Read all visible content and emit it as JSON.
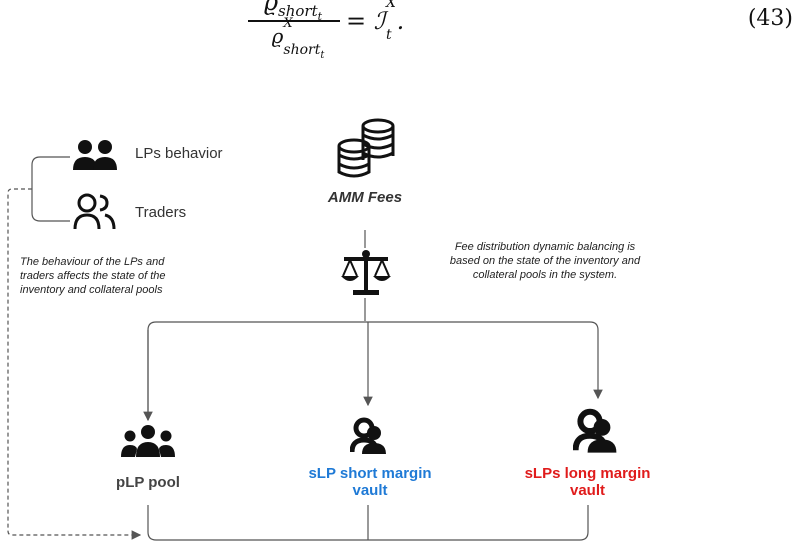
{
  "equation": {
    "numerator": "ϱ",
    "numerator_sub": "short",
    "numerator_sub2": "t",
    "denominator": "ϱ",
    "denominator_sup": "X",
    "denominator_sub": "short",
    "denominator_sub2": "t",
    "rhs": "= ℐ",
    "rhs_sup": "X",
    "rhs_sub": "t",
    "rhs_end": ".",
    "number": "(43)"
  },
  "legend": {
    "lps_label": "LPs behavior",
    "traders_label": "Traders"
  },
  "nodes": {
    "amm_fees": "AMM Fees",
    "plp_pool": "pLP pool",
    "slp_short_line1": "sLP short margin",
    "slp_short_line2": "vault",
    "slp_long_line1": "sLPs long margin",
    "slp_long_line2": "vault"
  },
  "notes": {
    "behaviour": [
      "The behaviour of the LPs and",
      "traders affects the state of the",
      "inventory and collateral pools"
    ],
    "fee_distribution": [
      "Fee distribution dynamic balancing is",
      "based on the state of the inventory and",
      "collateral pools in the system."
    ]
  },
  "colors": {
    "short_vault": "#1f7ad6",
    "long_vault": "#e01b1b",
    "line": "#555555",
    "icon": "#111111"
  },
  "icons": {
    "lps": "users-filled-icon",
    "traders": "users-outline-icon",
    "fees": "coins-stack-icon",
    "balance": "balance-scale-icon",
    "plp": "group-icon",
    "slp_short": "user-group-icon",
    "slp_long": "user-group-icon"
  }
}
